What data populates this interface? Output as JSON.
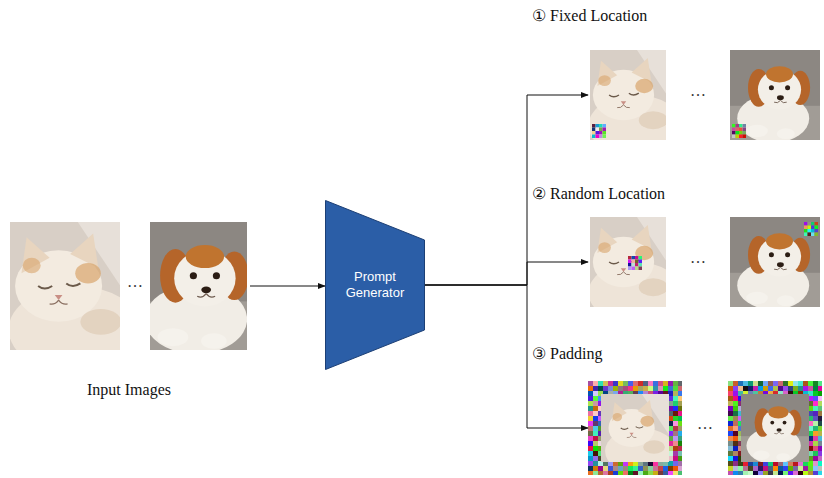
{
  "diagram": {
    "nodes": [
      {
        "text": [
          "Input Images"
        ]
      },
      {
        "text": [
          "Prompt Generator"
        ]
      },
      {
        "text": [
          "① Fixed Location"
        ]
      },
      {
        "text": [
          "② Random Location"
        ]
      },
      {
        "text": [
          "③ Padding"
        ]
      }
    ],
    "edges": [
      {
        "from": 0,
        "to": 1,
        "arrow": "to"
      },
      {
        "from": 1,
        "to": 2,
        "arrow": "to"
      },
      {
        "from": 1,
        "to": 3,
        "arrow": "to"
      },
      {
        "from": 1,
        "to": 4,
        "arrow": "to"
      }
    ],
    "labels": [
      "…",
      "…",
      "…",
      "…"
    ]
  }
}
